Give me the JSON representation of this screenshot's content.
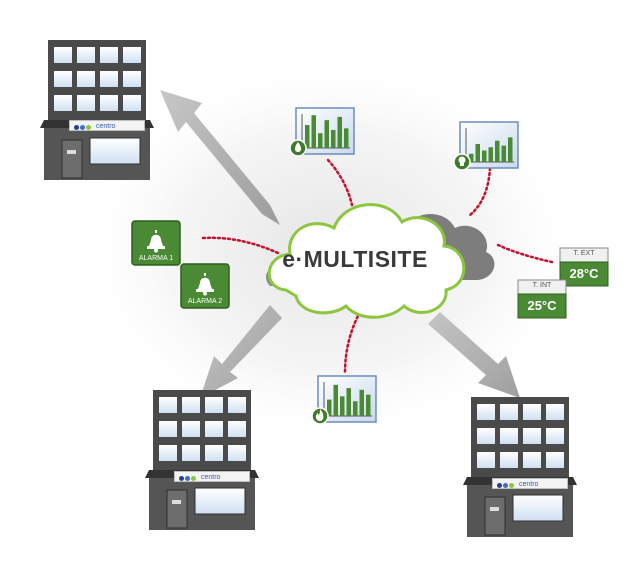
{
  "cloud": {
    "title": "e·MULTISITE"
  },
  "buildings": [
    {
      "sign": "centro"
    },
    {
      "sign": "centro"
    },
    {
      "sign": "centro"
    }
  ],
  "alarms": [
    {
      "label": "ALARMA 1",
      "icon": "bell-icon"
    },
    {
      "label": "ALARMA 2",
      "icon": "bell-icon"
    }
  ],
  "temperatures": {
    "exterior": {
      "tag": "T. EXT",
      "value": "28°C"
    },
    "interior": {
      "tag": "T. INT",
      "value": "25°C"
    }
  },
  "charts": [
    {
      "icon": "water-drop-icon"
    },
    {
      "icon": "light-bulb-icon"
    },
    {
      "icon": "flame-icon"
    }
  ],
  "colors": {
    "green": "#4a8a34",
    "cloud_border": "#8cc63f",
    "dots": "#c8102e",
    "arrow": "#a9a9a9"
  }
}
